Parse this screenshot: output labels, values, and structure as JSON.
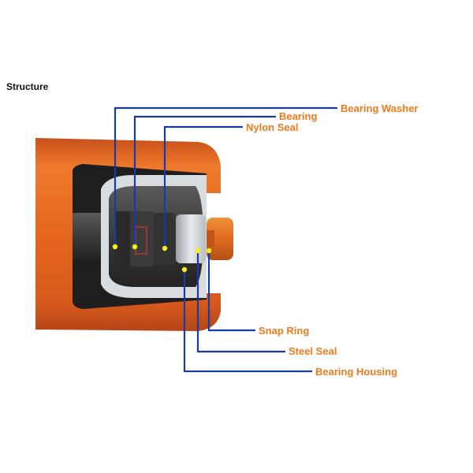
{
  "title": "Structure",
  "colors": {
    "label": "#f07a1a",
    "leader": "#1a3aa8",
    "dot": "#f6ee1a",
    "roller": "#e0661c"
  },
  "labels": {
    "bearing_washer": "Bearing Washer",
    "bearing": "Bearing",
    "nylon_seal": "Nylon Seal",
    "snap_ring": "Snap Ring",
    "steel_seal": "Steel Seal",
    "bearing_housing": "Bearing Housing"
  }
}
